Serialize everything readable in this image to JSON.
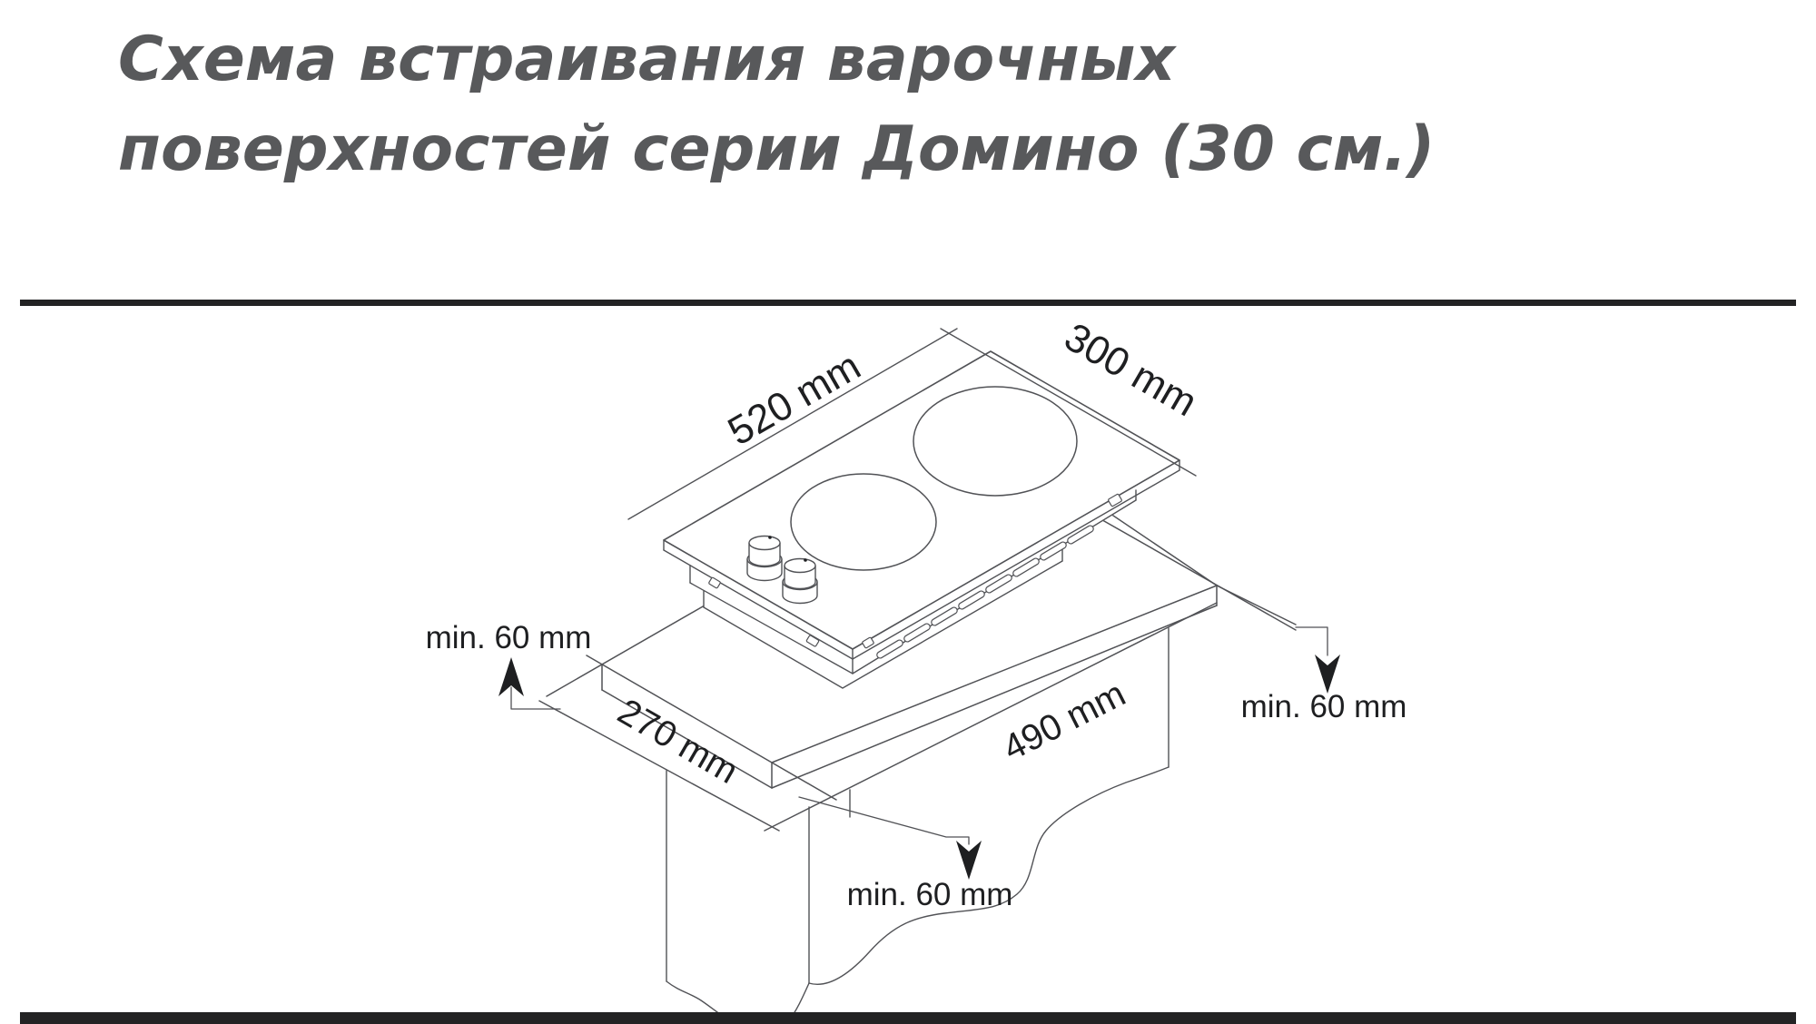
{
  "title": {
    "line1": "Схема встраивания варочных",
    "line2": "поверхностей серии Домино (30 см.)"
  },
  "diagram": {
    "labels": {
      "cooktop_length": "520 mm",
      "cooktop_width": "300 mm",
      "cutout_depth": "270 mm",
      "cutout_length": "490 mm",
      "clearance_left": "min. 60 mm",
      "clearance_right": "min. 60 mm",
      "clearance_front": "min. 60 mm"
    },
    "line_color": "#515256",
    "dimension_text_color": "#1e1f21"
  },
  "colors": {
    "title_text": "#58595b",
    "rule": "#232324",
    "background": "#ffffff"
  }
}
